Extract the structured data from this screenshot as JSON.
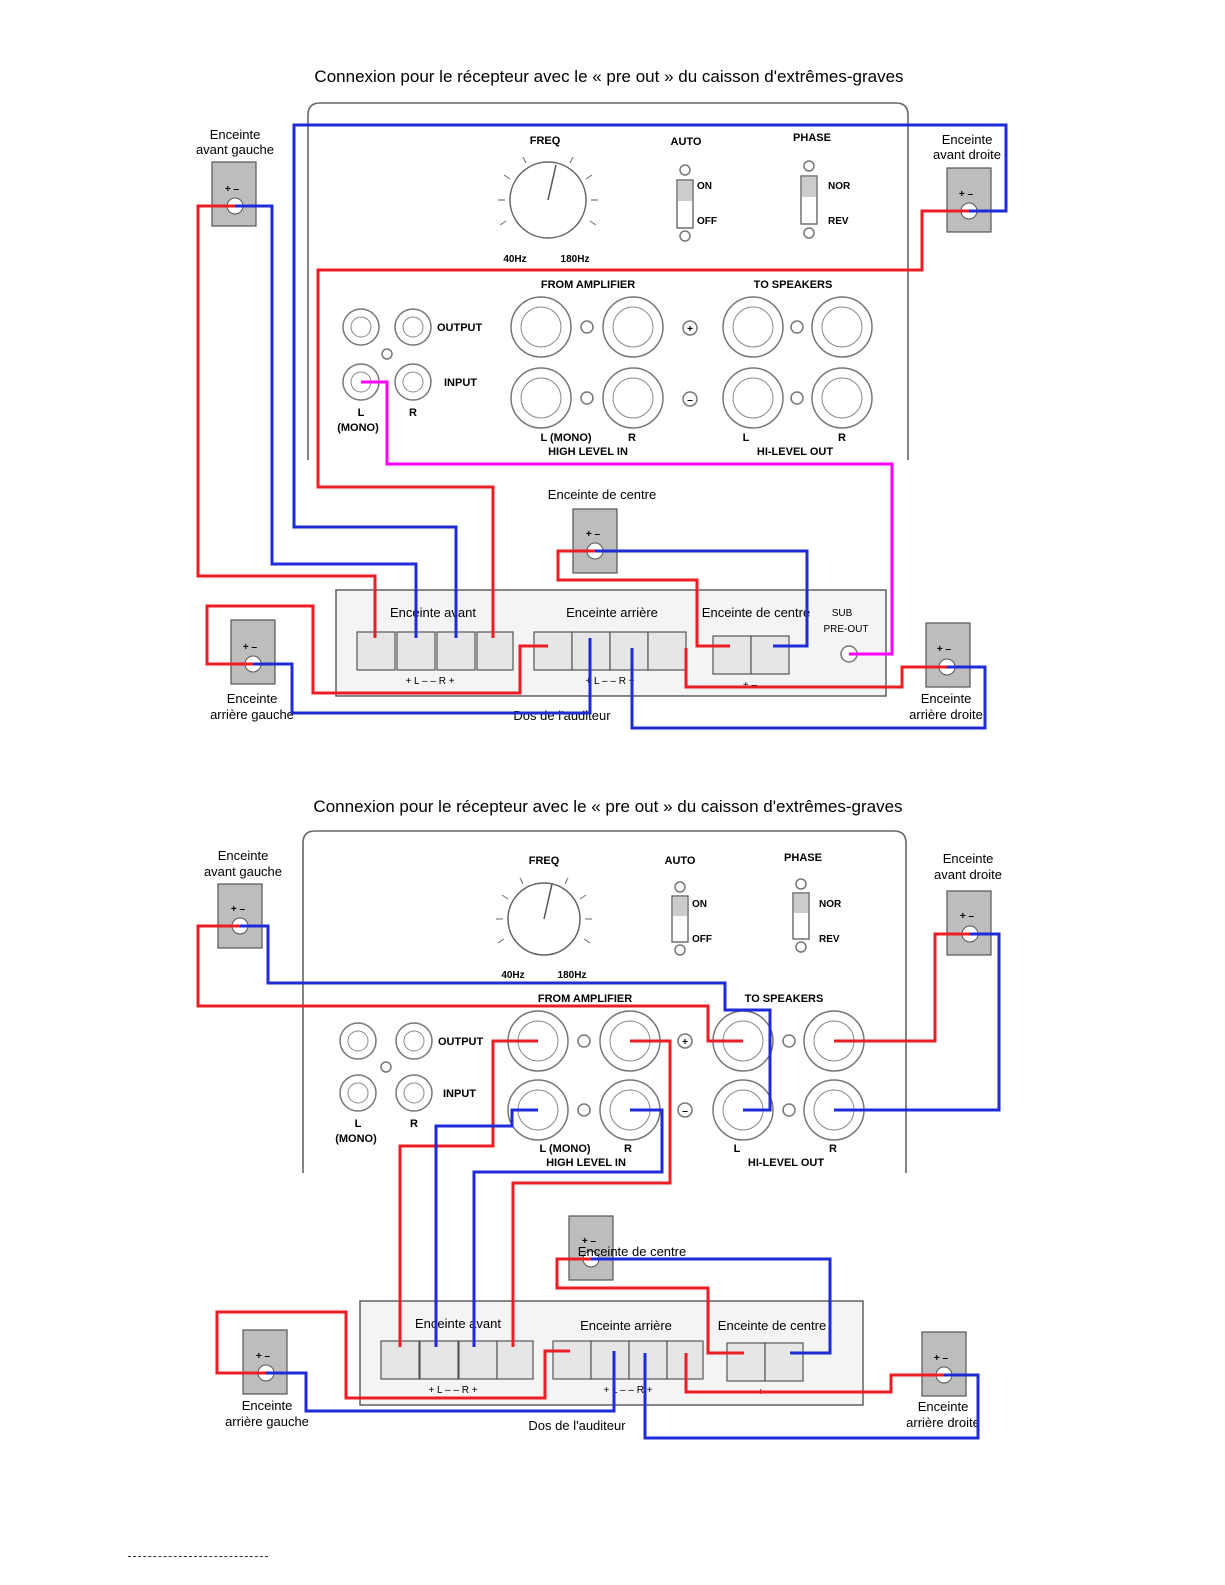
{
  "diagrams": [
    {
      "title": "Connexion pour le récepteur avec le « pre out » du caisson d'extrêmes-graves",
      "panel": {
        "freq": "FREQ",
        "auto": "AUTO",
        "phase": "PHASE",
        "hz_low": "40Hz",
        "hz_high": "180Hz",
        "on": "ON",
        "off": "OFF",
        "nor": "NOR",
        "rev": "REV",
        "output": "OUTPUT",
        "input": "INPUT",
        "l_mono_1": "L",
        "l_mono_2": "(MONO)",
        "r": "R",
        "from_amplifier": "FROM AMPLIFIER",
        "to_speakers": "TO SPEAKERS",
        "plus": "+",
        "minus": "–",
        "hl_l": "L (MONO)",
        "hl_r": "R",
        "high_level_in": "HIGH LEVEL IN",
        "ho_l": "L",
        "ho_r": "R",
        "hi_level_out": "HI-LEVEL OUT"
      },
      "speakers": {
        "front_left_1": "Enceinte",
        "front_left_2": "avant gauche",
        "front_right_1": "Enceinte",
        "front_right_2": "avant droite",
        "center": "Enceinte de centre",
        "rear_left_1": "Enceinte",
        "rear_left_2": "arrière gauche",
        "rear_right_1": "Enceinte",
        "rear_right_2": "arrière droite",
        "polarity": "+ –"
      },
      "receiver": {
        "front": "Enceinte avant",
        "rear": "Enceinte arrière",
        "center": "Enceinte de centre",
        "sub_1": "SUB",
        "sub_2": "PRE-OUT",
        "front_marks": "+  L  –    –  R  +",
        "rear_marks": "+  L  –    –  R  +",
        "center_marks": "+        –",
        "listener": "Dos de l'auditeur"
      }
    },
    {
      "title": "Connexion pour le récepteur avec le « pre out » du caisson d'extrêmes-graves",
      "panel": {
        "freq": "FREQ",
        "auto": "AUTO",
        "phase": "PHASE",
        "hz_low": "40Hz",
        "hz_high": "180Hz",
        "on": "ON",
        "off": "OFF",
        "nor": "NOR",
        "rev": "REV",
        "output": "OUTPUT",
        "input": "INPUT",
        "l_mono_1": "L",
        "l_mono_2": "(MONO)",
        "r": "R",
        "from_amplifier": "FROM AMPLIFIER",
        "to_speakers": "TO SPEAKERS",
        "plus": "+",
        "minus": "–",
        "hl_l": "L (MONO)",
        "hl_r": "R",
        "high_level_in": "HIGH LEVEL IN",
        "ho_l": "L",
        "ho_r": "R",
        "hi_level_out": "HI-LEVEL OUT"
      },
      "speakers": {
        "front_left_1": "Enceinte",
        "front_left_2": "avant gauche",
        "front_right_1": "Enceinte",
        "front_right_2": "avant droite",
        "center": "Enceinte de centre",
        "rear_left_1": "Enceinte",
        "rear_left_2": "arrière gauche",
        "rear_right_1": "Enceinte",
        "rear_right_2": "arrière droite",
        "polarity": "+ –"
      },
      "receiver": {
        "front": "Enceinte avant",
        "rear": "Enceinte arrière",
        "center": "Enceinte de centre",
        "front_marks": "+  L  –    –  R  +",
        "rear_marks": "+  L  –    –  R  +",
        "center_marks": "+        –",
        "listener": "Dos de l'auditeur"
      }
    }
  ],
  "colors": {
    "positive_wire": "#ee1c24",
    "negative_wire": "#1f2bd6",
    "sub_wire": "#ff00ff"
  }
}
